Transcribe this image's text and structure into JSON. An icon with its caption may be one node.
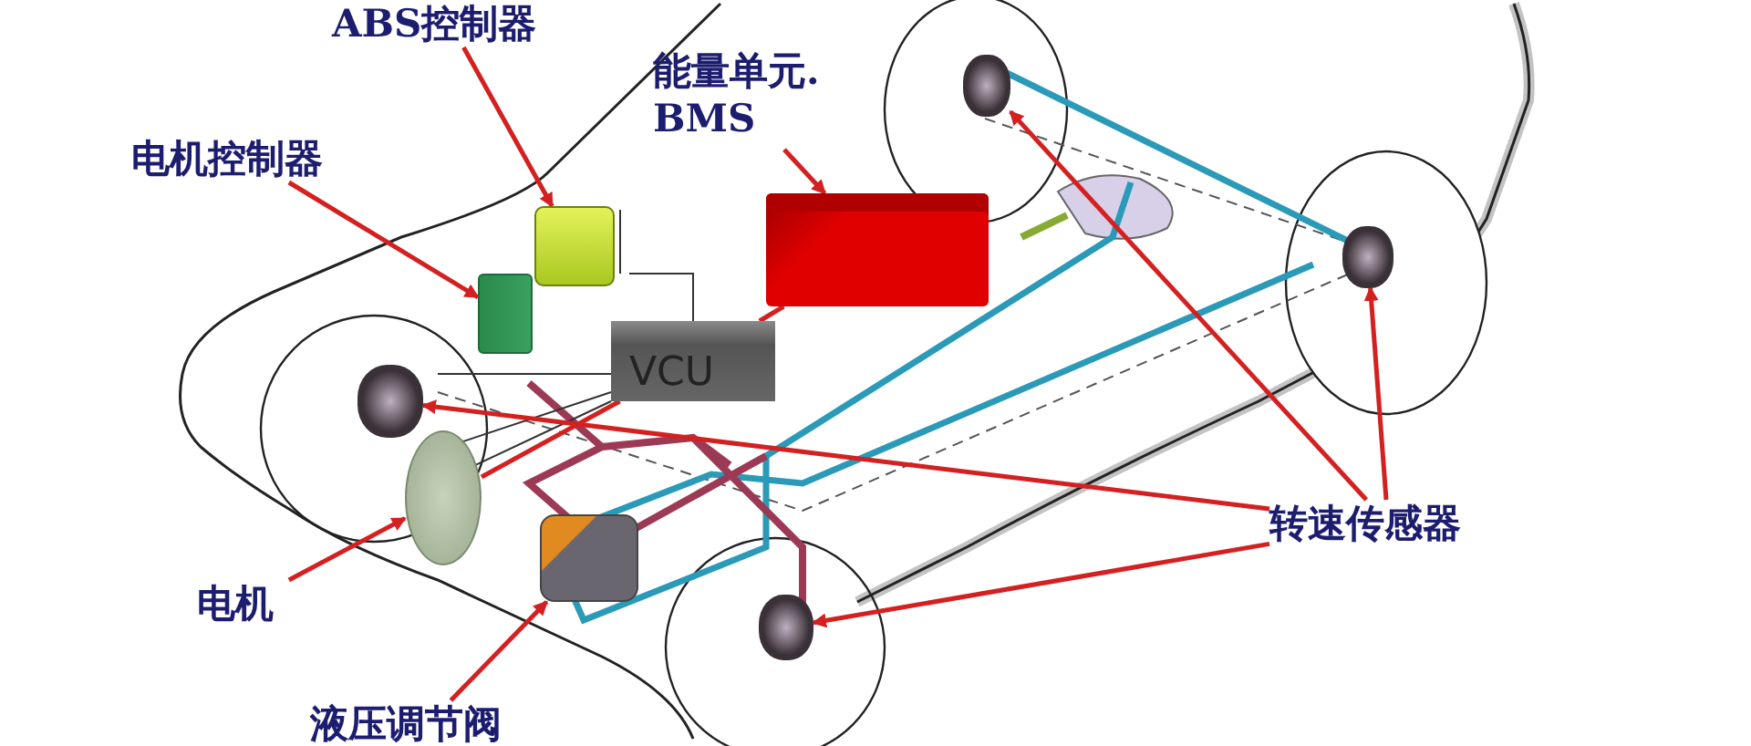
{
  "diagram": {
    "nodes": [
      {
        "text": [
          "ABS控制器"
        ]
      },
      {
        "text": [],
        "shape": "box"
      },
      {
        "text": [
          "能量单元.BMS"
        ]
      },
      {
        "text": [],
        "shape": "box"
      },
      {
        "text": [
          "电机控制器"
        ]
      },
      {
        "text": [],
        "shape": "box"
      },
      {
        "text": [
          "VCU"
        ]
      },
      {
        "text": [
          "电机"
        ]
      },
      {
        "text": [],
        "shape": "circle"
      },
      {
        "text": [
          "液压调节阀"
        ]
      },
      {
        "text": [],
        "shape": "picture"
      },
      {
        "text": [
          "转速传感器"
        ]
      },
      {
        "text": [],
        "shape": "picture"
      },
      {
        "text": [],
        "shape": "picture"
      },
      {
        "text": [],
        "shape": "picture"
      },
      {
        "text": [],
        "shape": "picture"
      }
    ],
    "edges": [
      {
        "from": 0,
        "to": 1,
        "arrow": "to"
      },
      {
        "from": 2,
        "to": 3,
        "arrow": "to"
      },
      {
        "from": 4,
        "to": 5,
        "arrow": "to"
      },
      {
        "from": 7,
        "to": 8,
        "arrow": "to"
      },
      {
        "from": 9,
        "to": 10,
        "arrow": "to"
      },
      {
        "from": 11,
        "to": 12,
        "arrow": "to"
      },
      {
        "from": 11,
        "to": 13,
        "arrow": "to"
      },
      {
        "from": 11,
        "to": 14,
        "arrow": "to"
      },
      {
        "from": 11,
        "to": 15,
        "arrow": "to"
      },
      {
        "from": 6,
        "to": 3,
        "arrow": "none"
      },
      {
        "from": 6,
        "to": 8,
        "arrow": "none"
      }
    ]
  }
}
